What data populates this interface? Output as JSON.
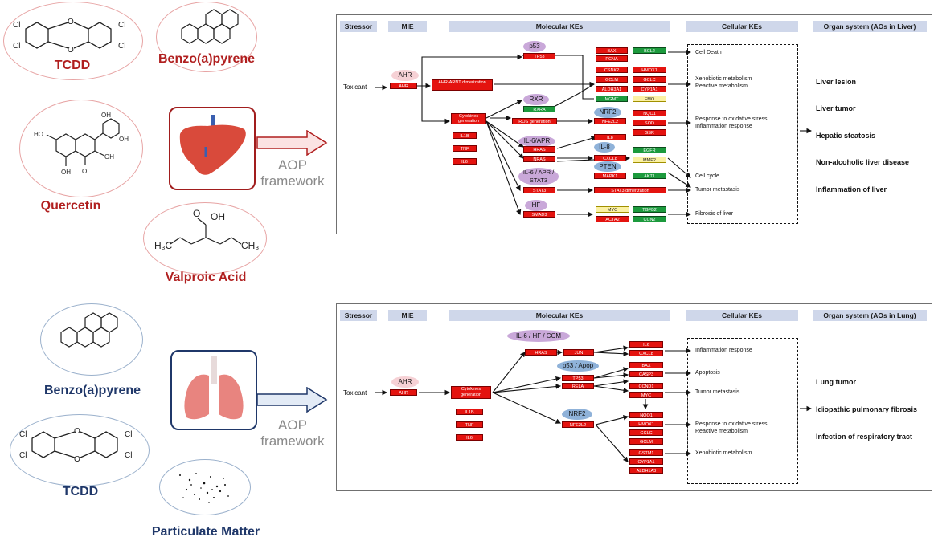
{
  "liver": {
    "compounds": {
      "tcdd": "TCDD",
      "bap": "Benzo(a)pyrene",
      "quercetin": "Quercetin",
      "valproic": "Valproic Acid"
    },
    "aop_line1": "AOP",
    "aop_line2": "framework",
    "headers": {
      "stressor": "Stressor",
      "mie": "MIE",
      "molecular": "Molecular KEs",
      "cellular": "Cellular KEs",
      "organ": "Organ system (AOs in Liver)"
    },
    "toxicant": "Toxicant",
    "ahr_ellipse": "AHR",
    "ahr_box": "AHR",
    "ellipses": {
      "p53": "p53",
      "rxr": "RXR",
      "nrf2": "NRF2",
      "il6apr": "IL-6/APR",
      "il8": "IL-8",
      "pten": "PTEN",
      "il6stat3": "IL-6 / APR / STAT3",
      "hf": "HF"
    },
    "boxes": {
      "tp53": "TP53",
      "ahr_arnt": "AHR-ARNT dimerization",
      "cytokines": "Cytokines generation",
      "rxra": "RXRA",
      "ros": "ROS generation",
      "il1b": "IL1B",
      "tnf": "TNF",
      "il6": "IL6",
      "hras": "HRAS",
      "nras": "NRAS",
      "mapk1": "MAPK1",
      "stat3": "STAT3",
      "smad3": "SMAD3",
      "bax": "BAX",
      "pcna": "PCNA",
      "csnk2": "CSNK2",
      "gclm": "GCLM",
      "aldh3a1": "ALDH3A1",
      "mgmt": "MGMT",
      "nfe2l2": "NFE2L2",
      "il8": "IL8",
      "cxcl8": "CXCL8",
      "stat3dim": "STAT3 dimerization",
      "myc": "MYC",
      "acta2": "ACTA2",
      "bcl2": "BCL2",
      "hmox1": "HMOX1",
      "gclc": "GCLC",
      "cyp1a1": "CYP1A1",
      "fmo": "FMO",
      "nqo1": "NQO1",
      "sod": "SOD",
      "gsr": "GSR",
      "egfr": "EGFR",
      "mmp2": "MMP2",
      "akt1": "AKT1",
      "tgfb2": "TGFB2",
      "ccn2": "CCN2"
    },
    "cellular": {
      "death": "Cell Death",
      "xeno1": "Xenobiotic metabolism",
      "xeno2": "Reactive metabolism",
      "ox1": "Response to oxidative stress",
      "ox2": "Inflammation response",
      "cycle": "Cell cycle",
      "meta": "Tumor metastasis",
      "fib": "Fibrosis of liver"
    },
    "aos": [
      "Liver lesion",
      "Liver tumor",
      "Hepatic steatosis",
      "Non-alcoholic liver disease",
      "Inflammation of liver"
    ]
  },
  "lung": {
    "compounds": {
      "bap": "Benzo(a)pyrene",
      "tcdd": "TCDD",
      "pm": "Particulate Matter"
    },
    "aop_line1": "AOP",
    "aop_line2": "framework",
    "headers": {
      "stressor": "Stressor",
      "mie": "MIE",
      "molecular": "Molecular KEs",
      "cellular": "Cellular KEs",
      "organ": "Organ system (AOs in Lung)"
    },
    "toxicant": "Toxicant",
    "ahr_ellipse": "AHR",
    "ahr_box": "AHR",
    "ellipses": {
      "il6hf": "IL-6 / HF / CCM",
      "p53apop": "p53 / Apop",
      "nrf2": "NRF2"
    },
    "boxes": {
      "cytokines": "Cytokines generation",
      "il1b": "IL1B",
      "tnf": "TNF",
      "il6": "IL6",
      "hras": "HRAS",
      "jun": "JUN",
      "tp53": "TP53",
      "rela": "RELA",
      "nfe2l2": "NFE2L2",
      "r_il6": "IL6",
      "r_cxcl8": "CXCL8",
      "r_bax": "BAX",
      "r_casp3": "CASP3",
      "r_ccnd1": "CCND1",
      "r_myc": "MYC",
      "r_nqo1": "NQO1",
      "r_hmox1": "HMOX1",
      "r_gclc": "GCLC",
      "r_gclm": "GCLM",
      "r_gstm1": "GSTM1",
      "r_cyp1a1": "CYP1A1",
      "r_aldh1a3": "ALDH1A3"
    },
    "cellular": {
      "infl": "Inflammation response",
      "apop": "Apoptosis",
      "meta": "Tumor metastasis",
      "ox1": "Response to oxidative stress",
      "ox2": "Reactive metabolism",
      "xeno": "Xenobiotic metabolism"
    },
    "aos": [
      "Lung tumor",
      "Idiopathic pulmonary fibrosis",
      "Infection of respiratory tract"
    ]
  },
  "colors": {
    "red_box": "#e4130f",
    "green_box": "#1c9a3d",
    "yellow_box": "#fbf1a3",
    "liver_theme": "#a11d1d",
    "lung_theme": "#1f3769"
  }
}
